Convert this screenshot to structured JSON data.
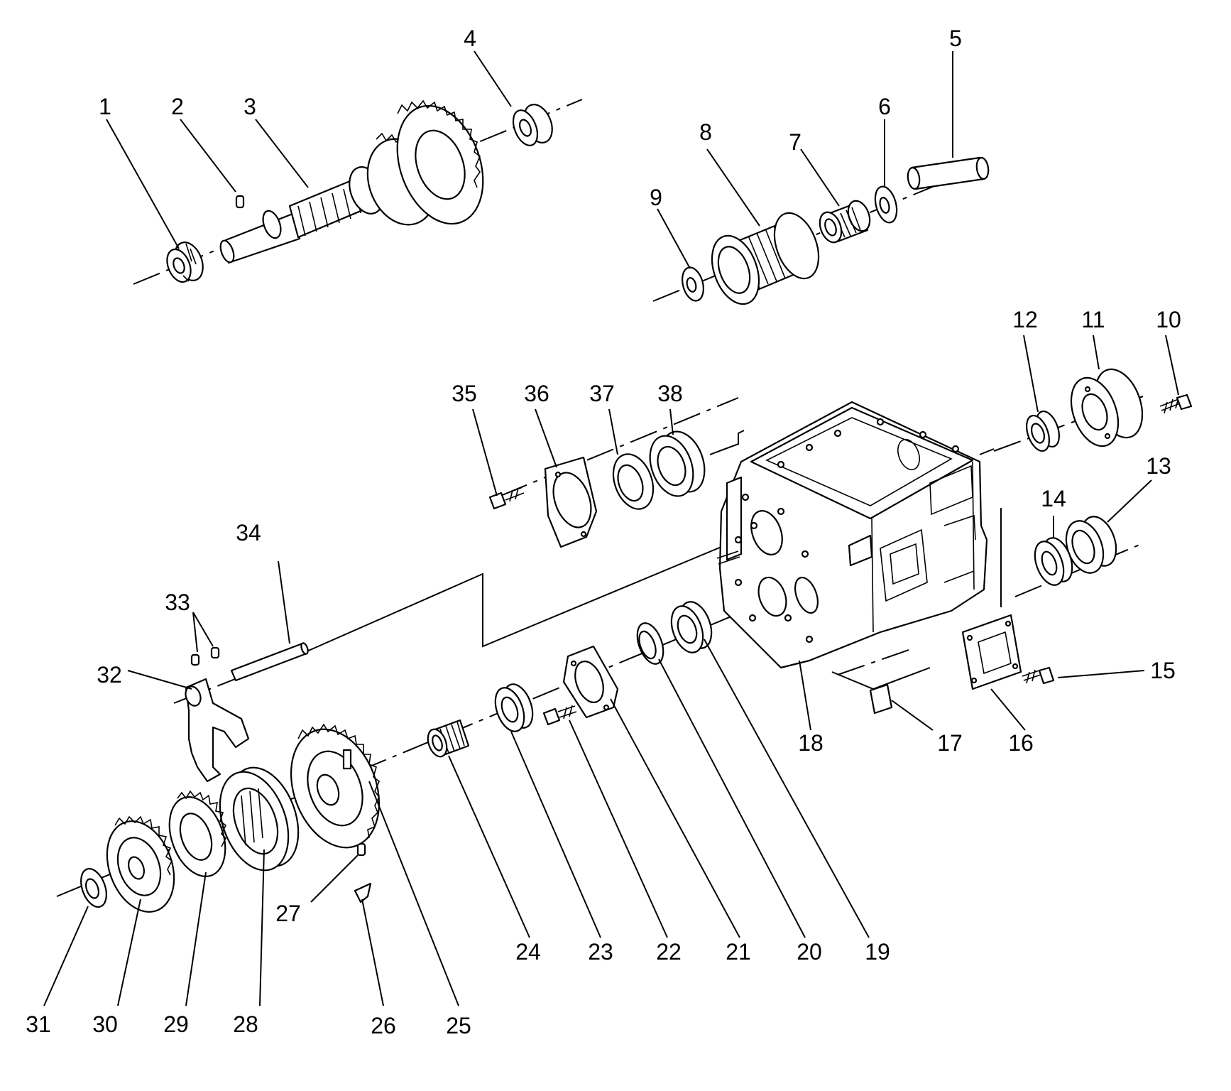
{
  "diagram": {
    "callouts": [
      "1",
      "2",
      "3",
      "4",
      "5",
      "6",
      "7",
      "8",
      "9",
      "10",
      "11",
      "12",
      "13",
      "14",
      "15",
      "16",
      "17",
      "18",
      "19",
      "20",
      "21",
      "22",
      "23",
      "24",
      "25",
      "26",
      "27",
      "28",
      "29",
      "30",
      "31",
      "32",
      "33",
      "34",
      "35",
      "36",
      "37",
      "38"
    ]
  }
}
